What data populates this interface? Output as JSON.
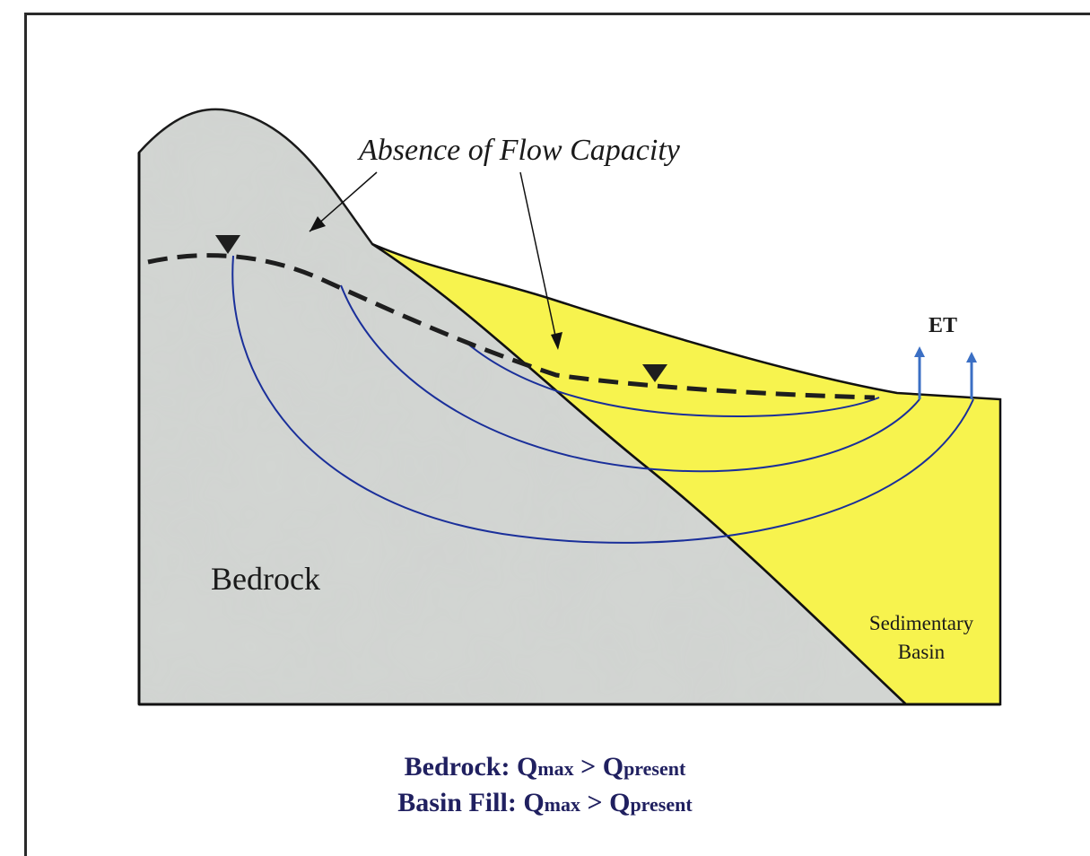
{
  "diagram": {
    "annotation": "Absence of Flow Capacity",
    "bedrock_label": "Bedrock",
    "basin_label_line1": "Sedimentary",
    "basin_label_line2": "Basin",
    "et_label": "ET"
  },
  "captions": {
    "line1": {
      "prefix": "Bedrock: ",
      "q1": "Q",
      "q1_sub": "max",
      "op": " > ",
      "q2": "Q",
      "q2_sub": "present"
    },
    "line2": {
      "prefix": "Basin Fill: ",
      "q1": "Q",
      "q1_sub": "max",
      "op": " > ",
      "q2": "Q",
      "q2_sub": "present"
    }
  },
  "colors": {
    "bedrock": "#d3d6d3",
    "basin_fill": "#f7f34e",
    "flow_lines": "#1a2f9a",
    "et_arrows": "#3b6fc4",
    "outline": "#111111"
  }
}
